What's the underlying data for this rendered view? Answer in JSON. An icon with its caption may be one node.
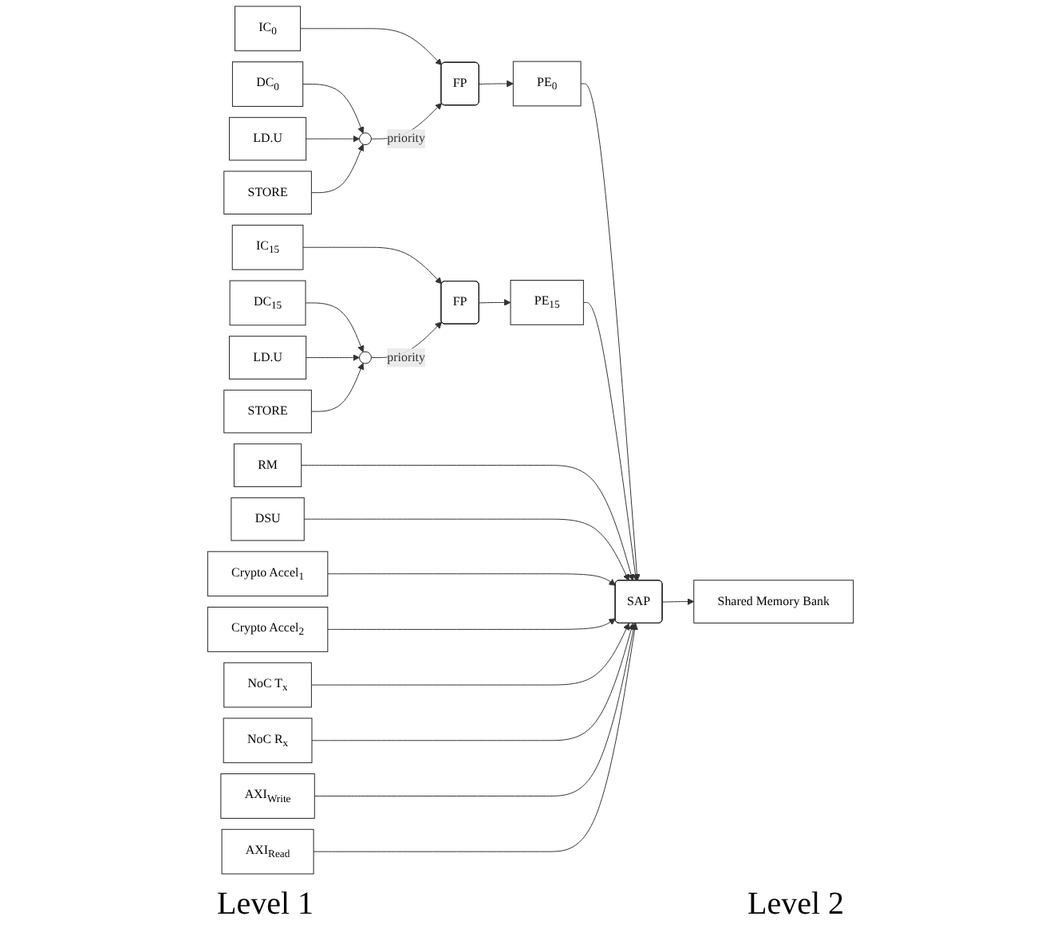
{
  "diagram": {
    "nodes": [
      {
        "text": [
          "IC$_{0}$"
        ]
      },
      {
        "text": [
          "FP"
        ]
      },
      {
        "text": [
          "DC$_{0}$"
        ]
      },
      {
        "text": [],
        "shape": "circle"
      },
      {
        "text": [
          "LD.U"
        ]
      },
      {
        "text": [
          "STORE"
        ]
      },
      {
        "text": [
          "IC$_{15}$"
        ]
      },
      {
        "text": [
          "FP"
        ]
      },
      {
        "text": [
          "DC$_{15}$"
        ]
      },
      {
        "text": [],
        "shape": "circle"
      },
      {
        "text": [
          "LD.U"
        ]
      },
      {
        "text": [
          "STORE"
        ]
      },
      {
        "text": [
          "PE$_{0}$"
        ]
      },
      {
        "text": [
          "PE$_{15}$"
        ]
      },
      {
        "text": [
          "RM"
        ]
      },
      {
        "text": [
          "DSU"
        ]
      },
      {
        "text": [
          "Crypto Accel$_{1}$"
        ]
      },
      {
        "text": [
          "Crypto Accel$_{2}$"
        ]
      },
      {
        "text": [
          "NoC T$_{x}$"
        ]
      },
      {
        "text": [
          "NoC R$_{x}$"
        ]
      },
      {
        "text": [
          "AXI$_{Write}$"
        ]
      },
      {
        "text": [
          "AXI$_{Read}$"
        ]
      },
      {
        "text": [
          "SAP"
        ]
      },
      {
        "text": [
          "Shared Memory Bank"
        ]
      }
    ],
    "edges": [
      {
        "from": 0,
        "to": 1,
        "arrow": "to"
      },
      {
        "from": 2,
        "to": 3,
        "arrow": "to"
      },
      {
        "from": 4,
        "to": 3,
        "arrow": "to"
      },
      {
        "from": 5,
        "to": 3,
        "arrow": "to"
      },
      {
        "from": 3,
        "to": 1,
        "arrow": "to",
        "label": "priority"
      },
      {
        "from": 1,
        "to": 12,
        "arrow": "to"
      },
      {
        "from": 6,
        "to": 7,
        "arrow": "to"
      },
      {
        "from": 8,
        "to": 9,
        "arrow": "to"
      },
      {
        "from": 10,
        "to": 9,
        "arrow": "to"
      },
      {
        "from": 11,
        "to": 9,
        "arrow": "to"
      },
      {
        "from": 9,
        "to": 7,
        "arrow": "to",
        "label": "priority"
      },
      {
        "from": 7,
        "to": 13,
        "arrow": "to"
      },
      {
        "from": 12,
        "to": 22,
        "arrow": "to"
      },
      {
        "from": 13,
        "to": 22,
        "arrow": "to"
      },
      {
        "from": 14,
        "to": 22,
        "arrow": "to"
      },
      {
        "from": 15,
        "to": 22,
        "arrow": "to"
      },
      {
        "from": 16,
        "to": 22,
        "arrow": "to"
      },
      {
        "from": 17,
        "to": 22,
        "arrow": "to"
      },
      {
        "from": 18,
        "to": 22,
        "arrow": "to"
      },
      {
        "from": 19,
        "to": 22,
        "arrow": "to"
      },
      {
        "from": 20,
        "to": 22,
        "arrow": "to"
      },
      {
        "from": 21,
        "to": 22,
        "arrow": "to"
      },
      {
        "from": 22,
        "to": 23,
        "arrow": "to"
      }
    ],
    "labels": [
      "Level 1",
      "Level 2"
    ]
  }
}
